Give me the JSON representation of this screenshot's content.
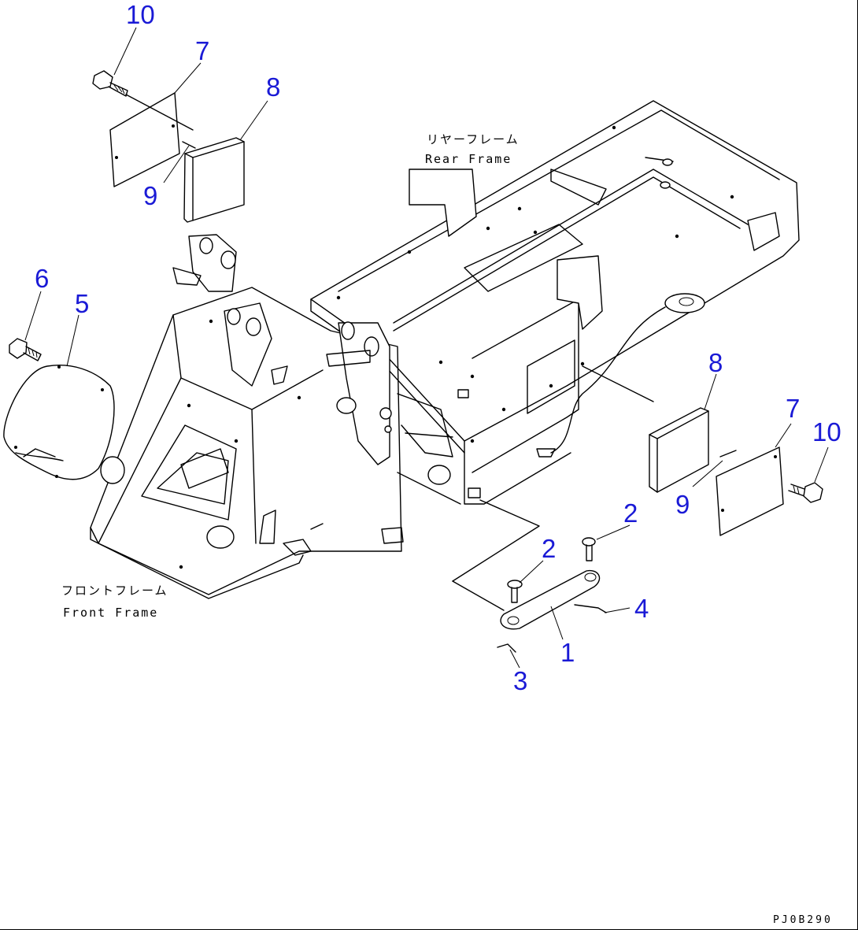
{
  "labels": {
    "rear_frame_jp": "リヤーフレーム",
    "rear_frame_en": "Rear Frame",
    "front_frame_jp": "フロントフレーム",
    "front_frame_en": "Front Frame",
    "drawing_code": "PJ0B290"
  },
  "callouts": {
    "c10_top": "10",
    "c7_top": "7",
    "c8_top": "8",
    "c9_top": "9",
    "c6": "6",
    "c5": "5",
    "c8_right": "8",
    "c7_right": "7",
    "c10_right": "10",
    "c9_right": "9",
    "c2_upper": "2",
    "c2_lower": "2",
    "c4": "4",
    "c1": "1",
    "c3": "3"
  },
  "colors": {
    "callout": "#1a1ad6",
    "line": "#000000",
    "background": "#ffffff"
  }
}
